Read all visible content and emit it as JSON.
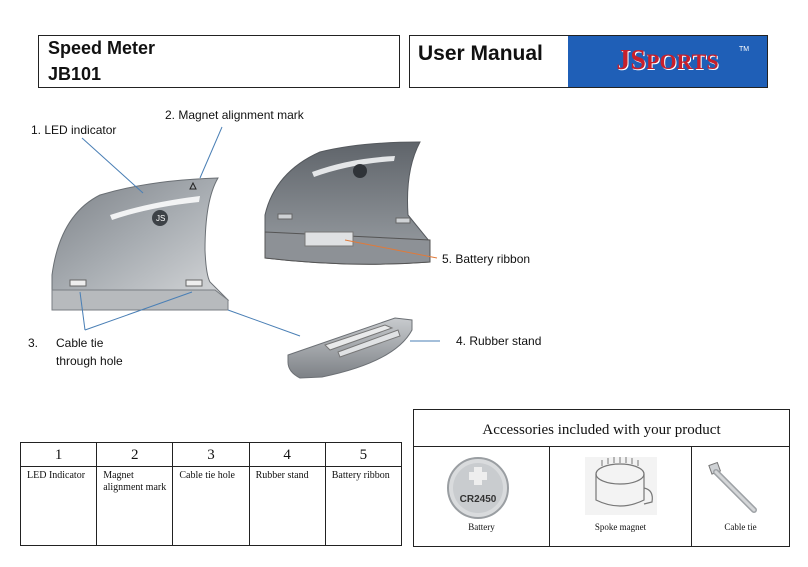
{
  "header": {
    "product_line1": "Speed Meter",
    "product_line2": "JB101",
    "manual_title": "User Manual",
    "logo_brand_j": "J",
    "logo_brand_s": "S",
    "logo_brand_rest": "PORTS",
    "logo_tm": "TM"
  },
  "callouts": {
    "c1": "1.  LED indicator",
    "c2": "2.  Magnet alignment mark",
    "c3_num": "3.",
    "c3_line1": "Cable tie",
    "c3_line2": "through hole",
    "c4": "4.  Rubber stand",
    "c5": "5.  Battery ribbon"
  },
  "parts_table": {
    "numbers": [
      "1",
      "2",
      "3",
      "4",
      "5"
    ],
    "labels": [
      "LED Indicator",
      "Magnet alignment mark",
      "Cable tie hole",
      "Rubber stand",
      "Battery ribbon"
    ]
  },
  "accessories": {
    "title": "Accessories included with your product",
    "items": [
      {
        "label": "Battery",
        "print": "CR2450"
      },
      {
        "label": "Spoke magnet"
      },
      {
        "label": "Cable tie"
      }
    ]
  },
  "colors": {
    "logo_bg": "#1f5fb7",
    "logo_text": "#c7202c",
    "leader_line": "#4a7fb5",
    "ribbon_leader": "#e07a3a"
  }
}
